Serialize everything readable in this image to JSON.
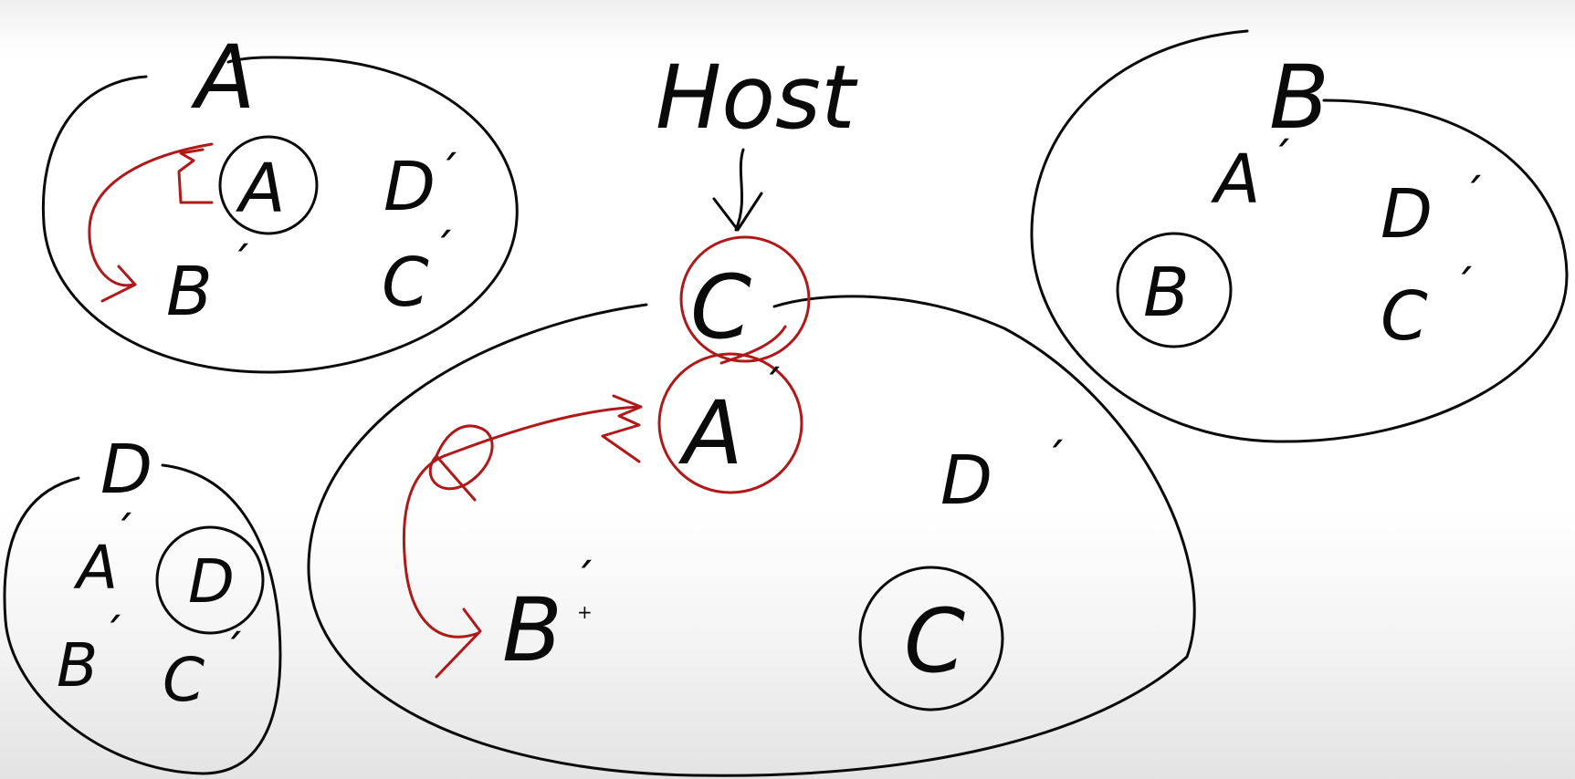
{
  "diagram": {
    "host_label": "Host",
    "prime_mark": "´",
    "groups": [
      {
        "id": "A",
        "owner_label": "A",
        "self_label": "A",
        "replica_labels": [
          "B",
          "C",
          "D"
        ]
      },
      {
        "id": "B",
        "owner_label": "B",
        "self_label": "B",
        "replica_labels": [
          "A",
          "C",
          "D"
        ]
      },
      {
        "id": "D",
        "owner_label": "D",
        "self_label": "D",
        "replica_labels": [
          "A",
          "B",
          "C"
        ]
      },
      {
        "id": "C",
        "owner_label": "C",
        "self_label": "C",
        "replica_labels": [
          "A",
          "B",
          "D"
        ]
      }
    ],
    "colors": {
      "ink": "#0a0a0a",
      "highlight": "#b01919",
      "background": "#ffffff"
    }
  }
}
